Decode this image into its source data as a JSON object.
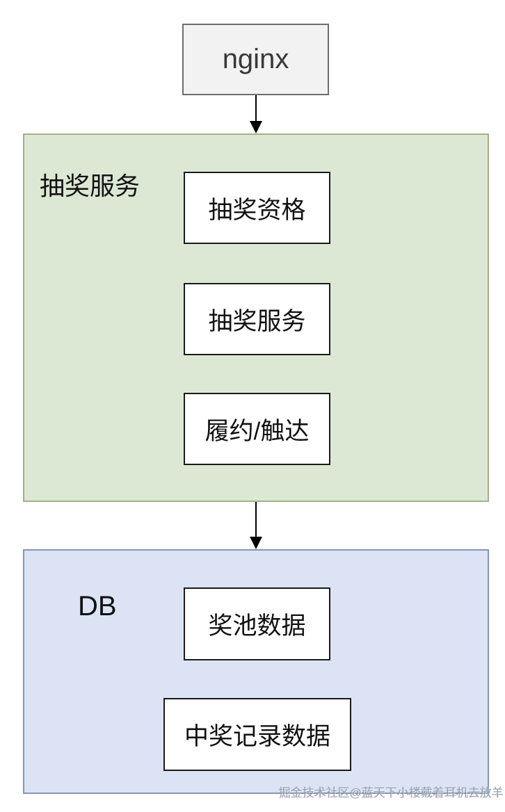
{
  "diagram": {
    "type": "architecture-flow",
    "nginx": {
      "label": "nginx"
    },
    "lottery_service": {
      "title": "抽奖服务",
      "boxes": [
        {
          "label": "抽奖资格"
        },
        {
          "label": "抽奖服务"
        },
        {
          "label": "履约/触达"
        }
      ]
    },
    "db": {
      "title": "DB",
      "boxes": [
        {
          "label": "奖池数据"
        },
        {
          "label": "中奖记录数据"
        }
      ]
    },
    "edges": [
      {
        "from": "nginx",
        "to": "抽奖服务",
        "direction": "down"
      },
      {
        "from": "抽奖服务",
        "to": "DB",
        "direction": "down"
      }
    ],
    "colors": {
      "nginx_fill": "#f2f2f2",
      "nginx_border": "#6e6e6e",
      "lottery_fill": "#dce8d4",
      "lottery_border": "#a3b18a",
      "db_fill": "#dbe3f4",
      "db_border": "#8496b4",
      "inner_box_fill": "#ffffff",
      "inner_box_border": "#1a1a1a",
      "arrow": "#000000",
      "text": "#111111"
    }
  },
  "watermark": {
    "text": "掘金技术社区@蓝天下小楼戴着耳机去放羊"
  }
}
